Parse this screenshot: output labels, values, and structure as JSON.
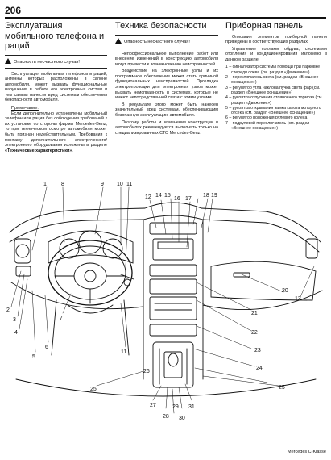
{
  "page_number": "206",
  "col1": {
    "title": "Эксплуатация мобильного телефона и раций",
    "warning": "Опасность несчастного случая!",
    "para1": "Эксплуатация мобильных телефонов и раций, антенны которых расположены в салоне автомобиля, может вызвать функциональные нарушения в работе его электронных систем и тем самым нанести вред системам обеспечения безопасности автомобиля.",
    "note_title": "Примечание:",
    "para2_start": "Если дополнительно установлены мобильный телефон или рация без соблюдения требований к их установке со стороны фирмы Mercedes-Benz, то при техническом осмотре автомобиля может быть признан недействительным. Требования к монтажу дополнительного электрического/электронного оборудования изложены в разделе ",
    "para2_bold": "«Технические характеристики»",
    "para2_end": "."
  },
  "col2": {
    "title": "Техника безопасности",
    "warning": "Опасность несчастного случая!",
    "para1": "Непрофессиональное выполнение работ или внесение изменений в конструкцию автомобиля могут привести к возникновению неисправностей.",
    "para2": "Воздействие на электронные узлы и их программное обеспечение может стать причиной функциональных неисправностей. Прокладка электропроводки для электронных узлов может вызвать неисправность в системах, которые не имеют непосредственной связи с этими узлами.",
    "para3": "В результате этого может быть нанесен значительный вред системам, обеспечивающим безопасную эксплуатацию автомобиля.",
    "para4": "Поэтому работы и изменения конструкции в автомобилях рекомендуется выполнять только на специализированных СТО Mercedes-Benz."
  },
  "col3": {
    "title": "Приборная панель",
    "para1": "Описания элементов приборной панели приведены в соответствующих разделах.",
    "para2": "Управление соплами обдува, системами отопления и кондиционирования изложено в данном разделе.",
    "legend": [
      "1 – сигнализатор системы помощи при парковке спереди слева (см. раздел «Движение»)",
      "2 – переключатель света (см. раздел «Внешнее оснащение»)",
      "3 – регулятор угла наклона пучка света фар (см. раздел «Внешнее оснащение»)",
      "4 – рукоятка отпускания стояночного тормоза (см. раздел «Движение»)",
      "5 – рукоятка открывания замка капота моторного отсека (см. раздел «Внешнее оснащение»)",
      "6 – регулятор положения рулевого колеса",
      "7 – подрулевой переключатель (см. раздел «Внешнее оснащение»)"
    ]
  },
  "callouts_top": [
    "1",
    "8",
    "9",
    "10",
    "11",
    "12",
    "13",
    "14",
    "15",
    "16",
    "17",
    "18",
    "19"
  ],
  "callouts_side": [
    "2",
    "3",
    "4",
    "5",
    "6",
    "7",
    "11",
    "20",
    "21",
    "22",
    "23",
    "24",
    "25"
  ],
  "callouts_bottom": [
    "25",
    "26",
    "27",
    "28",
    "29",
    "30",
    "31"
  ],
  "footer": "Mercedes C-Klasse"
}
